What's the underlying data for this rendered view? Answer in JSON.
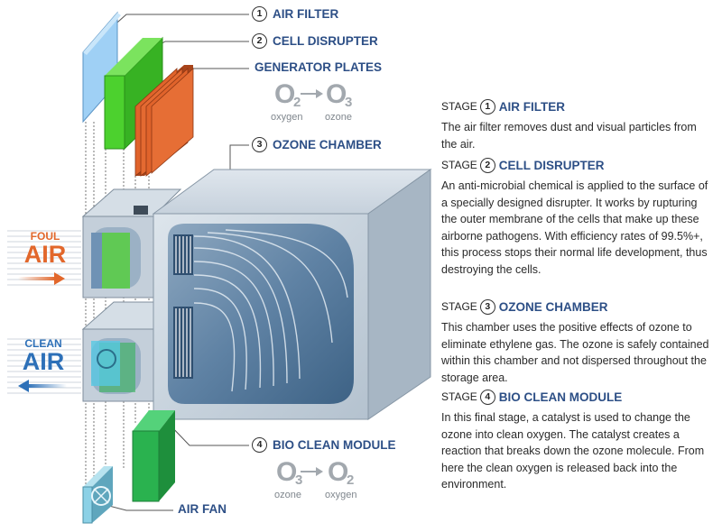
{
  "components": {
    "air_filter": {
      "num": "1",
      "label": "AIR FILTER"
    },
    "cell_disrupter": {
      "num": "2",
      "label": "CELL DISRUPTER"
    },
    "generator_plates": {
      "label": "GENERATOR PLATES"
    },
    "ozone_chamber": {
      "num": "3",
      "label": "OZONE CHAMBER"
    },
    "bio_clean": {
      "num": "4",
      "label": "BIO CLEAN MODULE"
    },
    "air_fan": {
      "label": "AIR FAN"
    }
  },
  "reaction_top": {
    "from": "O",
    "from_sub": "2",
    "to": "O",
    "to_sub": "3",
    "from_caption": "oxygen",
    "to_caption": "ozone"
  },
  "reaction_bottom": {
    "from": "O",
    "from_sub": "3",
    "to": "O",
    "to_sub": "2",
    "from_caption": "ozone",
    "to_caption": "oxygen"
  },
  "air": {
    "foul": {
      "small": "FOUL",
      "big": "AIR",
      "color": "#e2672b"
    },
    "clean": {
      "small": "CLEAN",
      "big": "AIR",
      "color": "#2d70b8"
    }
  },
  "stages": [
    {
      "prefix": "STAGE",
      "num": "1",
      "title": "AIR FILTER",
      "text": "The air filter removes dust and visual particles from the air."
    },
    {
      "prefix": "STAGE",
      "num": "2",
      "title": "CELL DISRUPTER",
      "text": "An anti-microbial chemical is applied to the surface of a specially designed disrupter. It works by rupturing the outer membrane of the cells that make up these airborne pathogens. With efficiency rates of 99.5%+, this process stops their normal life development, thus destroying the cells."
    },
    {
      "prefix": "STAGE",
      "num": "3",
      "title": "OZONE CHAMBER",
      "text": "This chamber uses the positive effects of ozone to eliminate ethylene gas.  The ozone is safely contained within this chamber and not dispersed throughout the storage area."
    },
    {
      "prefix": "STAGE",
      "num": "4",
      "title": "BIO CLEAN MODULE",
      "text": "In this final stage, a catalyst is used to change the ozone into clean oxygen.  The catalyst creates a reaction that breaks down the ozone molecule.  From here the clean oxygen is released back into the environment."
    }
  ],
  "colors": {
    "title_blue": "#2d4f86",
    "filter_blue": "#9fd0f5",
    "disrupter_green": "#4cd12e",
    "plate_orange": "#e0632b",
    "bio_green": "#2ab24f",
    "housing_grey": "#bcc8d4"
  }
}
